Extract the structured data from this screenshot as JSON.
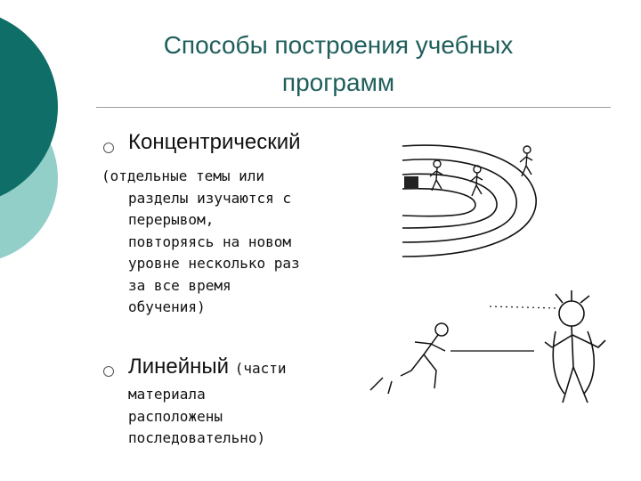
{
  "slide": {
    "title": "Способы построения учебных программ",
    "accent_color": "#1f5e5b",
    "deco_colors": [
      "#0f6e68",
      "#93cfc9"
    ]
  },
  "items": [
    {
      "heading": "Концентрический",
      "description_lines": [
        "(отдельные темы или",
        "разделы изучаются с",
        "перерывом,",
        "повторяясь на новом",
        "уровне несколько раз",
        "за все время",
        "обучения)"
      ],
      "illustration": "runners-on-concentric-track-icon"
    },
    {
      "heading": "Линейный",
      "paren_start": "(части",
      "description_lines": [
        "материала",
        "расположены",
        "последовательно)"
      ],
      "illustration": "runner-chasing-person-icon"
    }
  ]
}
